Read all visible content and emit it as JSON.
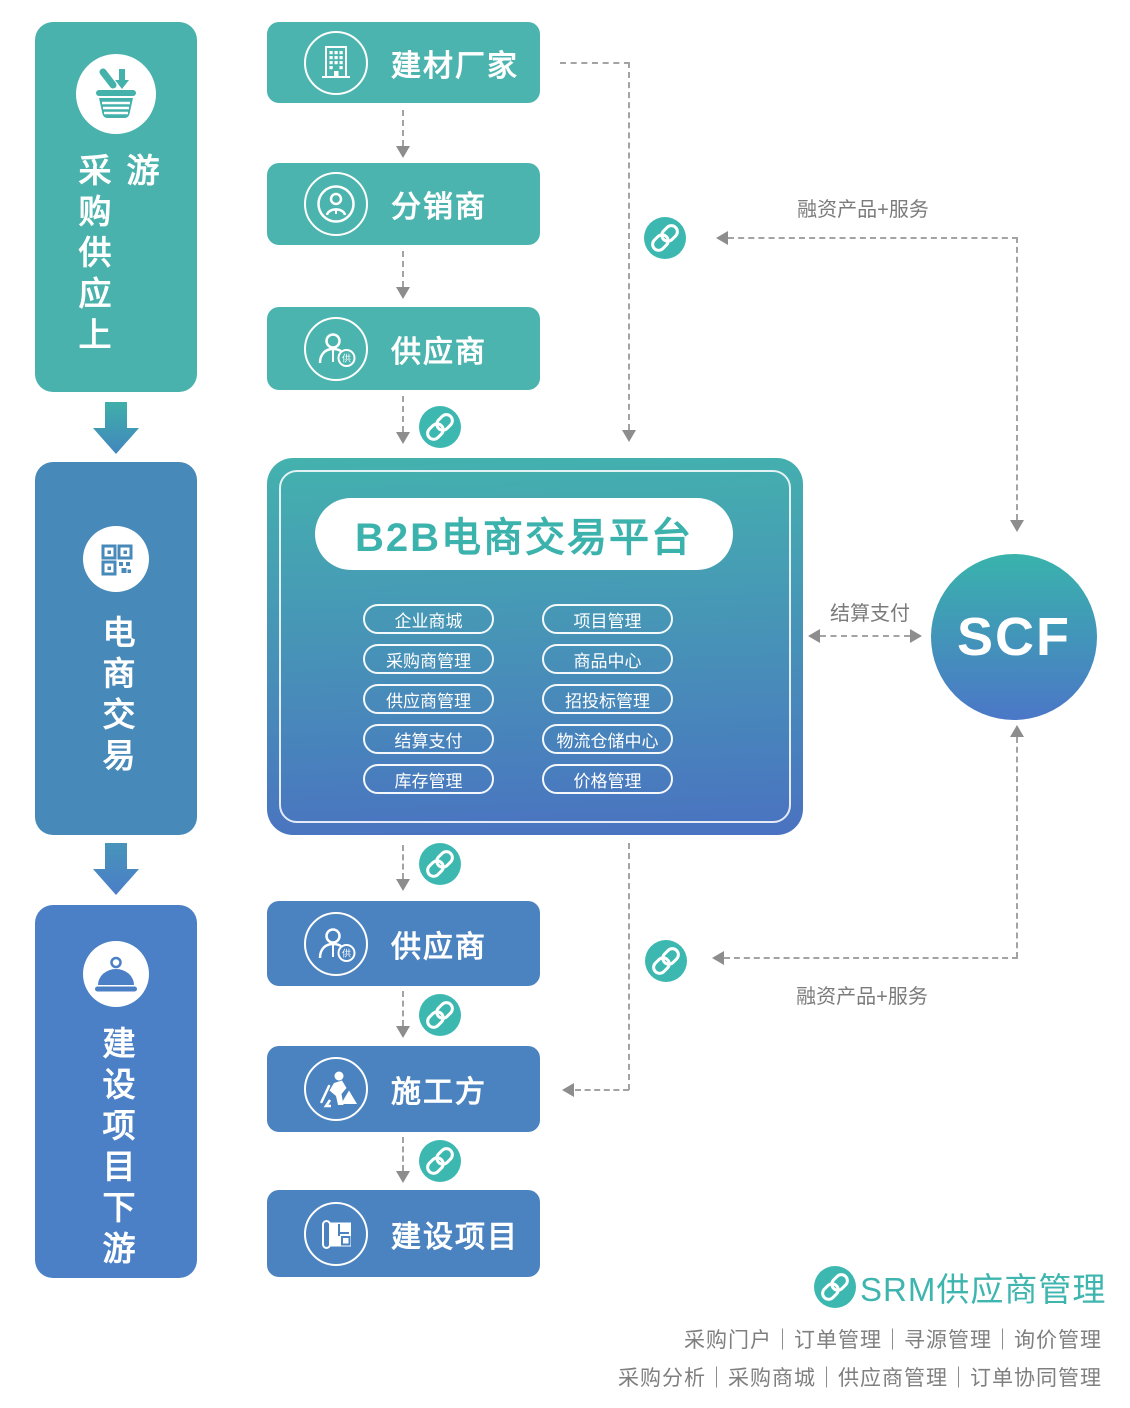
{
  "left_column": {
    "upstream": {
      "label": "采购供应上游",
      "icon": "basket-download-icon",
      "color": "#49B2AC"
    },
    "ecommerce": {
      "label": "电商交易",
      "icon": "qr-code-icon",
      "color": "#4789B8"
    },
    "downstream": {
      "label": "建设项目下游",
      "icon": "hard-hat-icon",
      "color": "#4B80C6"
    }
  },
  "middle_column": {
    "manufacturer": "建材厂家",
    "distributor": "分销商",
    "supplier_top": "供应商",
    "supplier_bottom": "供应商",
    "constructor": "施工方",
    "project": "建设项目"
  },
  "platform": {
    "title": "B2B电商交易平台",
    "modules": [
      "企业商城",
      "采购商管理",
      "供应商管理",
      "结算支付",
      "库存管理",
      "项目管理",
      "商品中心",
      "招投标管理",
      "物流仓储中心",
      "价格管理"
    ]
  },
  "scf": {
    "label": "SCF"
  },
  "labels": {
    "financing_top": "融资产品+服务",
    "settlement": "结算支付",
    "financing_bottom": "融资产品+服务"
  },
  "srm": {
    "title": "SRM供应商管理",
    "line1": "采购门户｜订单管理｜寻源管理｜询价管理",
    "line2": "采购分析｜采购商城｜供应商管理｜订单协同管理"
  },
  "icons": {
    "link": "chain-link-icon",
    "manufacturer": "building-icon",
    "distributor": "person-avatar-icon",
    "supplier": "supplier-person-icon",
    "constructor": "construction-worker-icon",
    "project": "blueprint-icon",
    "upstream": "basket-download-icon",
    "ecommerce": "qr-code-icon",
    "downstream": "hard-hat-icon"
  },
  "colors": {
    "teal": "#4CB4AE",
    "blue": "#4B83C0",
    "link_circle": "#3CB8B1",
    "platform_gradient_top": "#44B2AE",
    "platform_gradient_bottom": "#4A72C1",
    "scf_gradient_top": "#39B3AC",
    "scf_gradient_bottom": "#4B77C7",
    "connector_gray": "#A3A3A3",
    "label_gray": "#7B7B7B"
  }
}
